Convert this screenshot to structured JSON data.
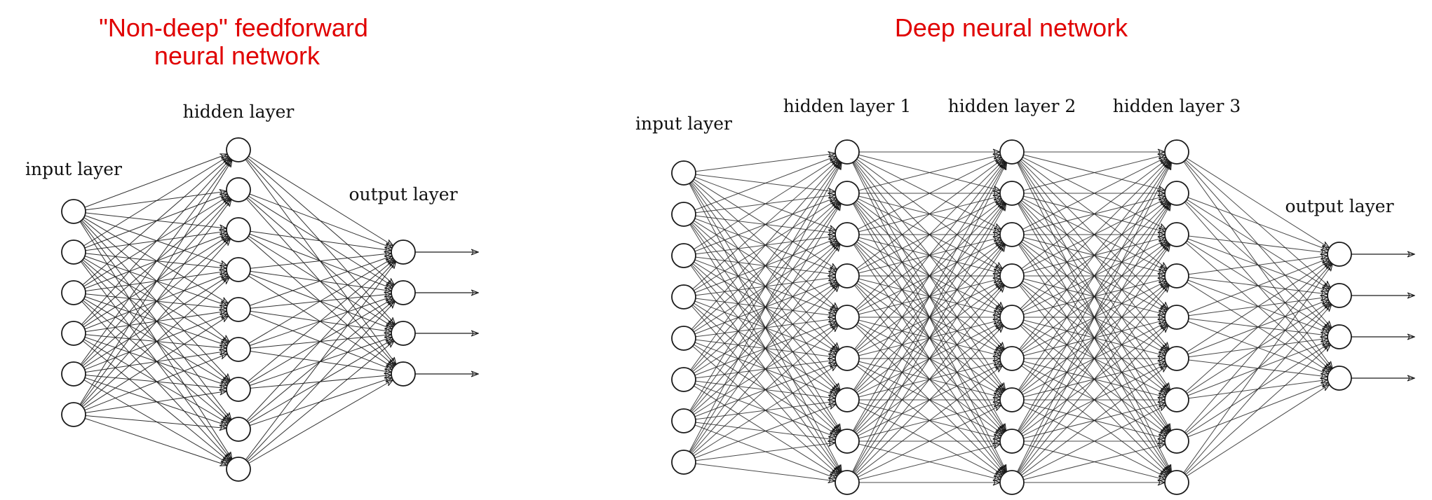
{
  "colors": {
    "title": "#e00000",
    "line": "#1a1a1a",
    "neuron_fill": "#ffffff",
    "background": "#ffffff"
  },
  "networks": [
    {
      "id": "shallow",
      "title_lines": [
        "\"Non-deep\" feedforward",
        "neural network"
      ],
      "layers": [
        {
          "label": "input layer",
          "neurons": 6
        },
        {
          "label": "hidden layer",
          "neurons": 9
        },
        {
          "label": "output layer",
          "neurons": 4
        }
      ],
      "output_arrows": true
    },
    {
      "id": "deep",
      "title_lines": [
        "Deep neural network"
      ],
      "layers": [
        {
          "label": "input layer",
          "neurons": 8
        },
        {
          "label": "hidden layer 1",
          "neurons": 9
        },
        {
          "label": "hidden layer 2",
          "neurons": 9
        },
        {
          "label": "hidden layer 3",
          "neurons": 9
        },
        {
          "label": "output layer",
          "neurons": 4
        }
      ],
      "output_arrows": true
    }
  ]
}
